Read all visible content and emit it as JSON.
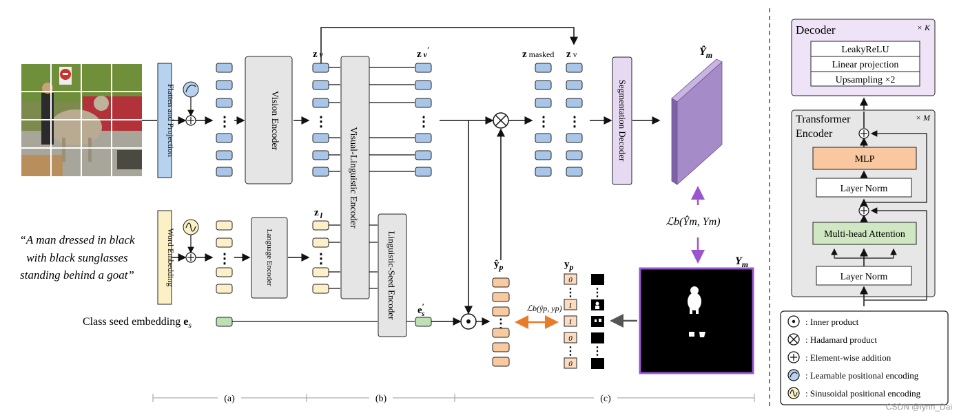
{
  "pipeline": {
    "flatten_label": "Flatten and Projection",
    "vision_encoder_label": "Vision Encoder",
    "vl_encoder_label": "Visual-Linguistic Encoder",
    "word_embedding_label": "Word Embedding",
    "language_encoder_label": "Language Encoder",
    "seed_encoder_label": "Linguistic-Seed Encoder",
    "segmentation_decoder_label": "Segmentation Decoder",
    "query_lines": [
      "“A man dressed in black",
      "with black sunglasses",
      "standing behind a goat”"
    ],
    "class_seed_label": "Class seed embedding",
    "class_seed_symbol": "e",
    "class_seed_sub": "s",
    "z_v": "z",
    "z_v_sub": "v",
    "z_v_prime": "z",
    "z_v_prime_sub": "v",
    "z_l": "z",
    "z_l_sub": "l",
    "e_s_prime": "e",
    "e_s_prime_sub": "s",
    "z_masked": "z",
    "z_masked_sub": "masked",
    "z_v2": "z",
    "z_v2_sub": "v",
    "y_hat_p": "ŷ",
    "y_hat_p_sub": "p",
    "y_p": "y",
    "y_p_sub": "p",
    "Y_hat_m": "Ŷ",
    "Y_hat_m_sub": "m",
    "Y_m": "Y",
    "Y_m_sub": "m",
    "loss_b_m": "ℒb(Ŷm, Ym)",
    "loss_b_p": "ℒb(ŷp, yp)",
    "y_p_values": [
      "0",
      "1",
      "1",
      "0",
      "0"
    ],
    "dots": "⋮",
    "section_labels": [
      "(a)",
      "(b)",
      "(c)"
    ]
  },
  "decoder": {
    "title": "Decoder",
    "repeat": "× K",
    "layers": [
      "LeakyReLU",
      "Linear projection",
      "Upsampling ×2"
    ]
  },
  "transformer": {
    "title_line1": "Transformer",
    "title_line2": "Encoder",
    "repeat": "× M",
    "mlp": "MLP",
    "layer_norm_top": "Layer Norm",
    "attention": "Multi-head Attention",
    "layer_norm_bottom": "Layer Norm"
  },
  "legend": [
    {
      "symbol": "inner-product",
      "label": ": Inner product"
    },
    {
      "symbol": "hadamard-product",
      "label": ": Hadamard product"
    },
    {
      "symbol": "element-wise-addition",
      "label": ": Element-wise addition"
    },
    {
      "symbol": "learnable-positional-encoding",
      "label": ": Learnable positional encoding"
    },
    {
      "symbol": "sinusoidal-positional-encoding",
      "label": ": Sinusoidal positional encoding"
    }
  ],
  "watermark": "CSDN @lynn_Dai",
  "colors": {
    "vision_token": "#a9c6e8",
    "language_token": "#fdf0c8",
    "seed_token": "#bfe0b4",
    "score_token": "#f9c9a0",
    "flatten_box": "#b6d2ef",
    "word_box": "#fbf0c6",
    "encoder_gray": "#e5e5e5",
    "seg_decoder": "#e6d9f2",
    "mask_plane": "#a58bc7",
    "decoder_bg": "#efe3f7",
    "mlp": "#f9c8a0",
    "attention": "#cfe7c2",
    "loss_purple": "#9b55cf",
    "loss_orange": "#e87c2a"
  }
}
